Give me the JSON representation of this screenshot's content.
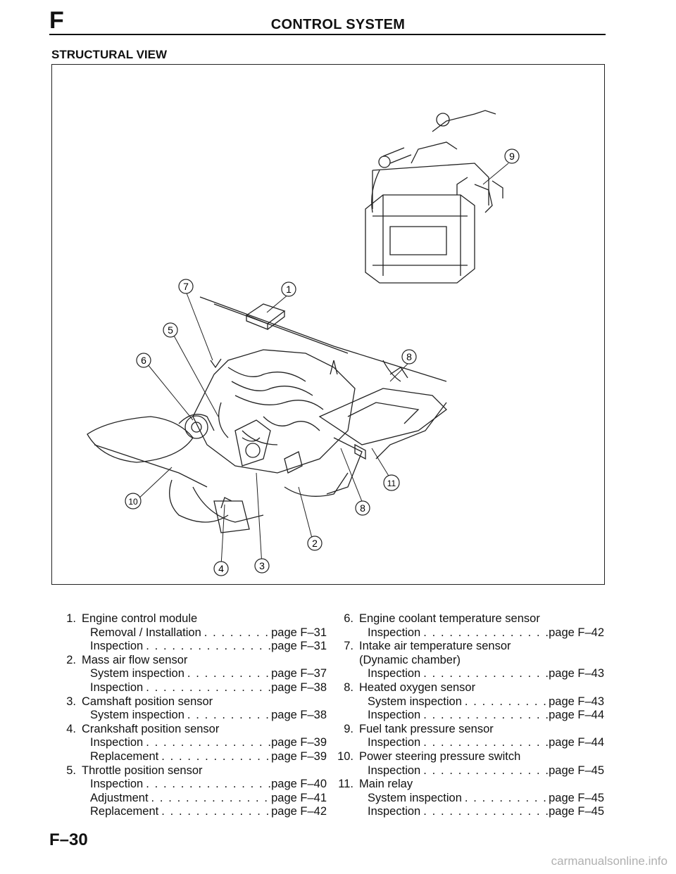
{
  "header": {
    "letter": "F",
    "title": "CONTROL SYSTEM"
  },
  "section_title": "STRUCTURAL VIEW",
  "callouts": [
    "1",
    "2",
    "3",
    "4",
    "5",
    "6",
    "7",
    "8",
    "8",
    "9",
    "10",
    "11"
  ],
  "left_items": [
    {
      "num": "1.",
      "title": "Engine control module",
      "subs": [
        {
          "label": "Removal / Installation",
          "page": "page F–31"
        },
        {
          "label": "Inspection",
          "page": "page F–31"
        }
      ]
    },
    {
      "num": "2.",
      "title": "Mass air flow sensor",
      "subs": [
        {
          "label": "System inspection",
          "page": "page F–37"
        },
        {
          "label": "Inspection",
          "page": "page F–38"
        }
      ]
    },
    {
      "num": "3.",
      "title": "Camshaft position sensor",
      "subs": [
        {
          "label": "System inspection",
          "page": "page F–38"
        }
      ]
    },
    {
      "num": "4.",
      "title": "Crankshaft position sensor",
      "subs": [
        {
          "label": "Inspection",
          "page": "page F–39"
        },
        {
          "label": "Replacement",
          "page": "page F–39"
        }
      ]
    },
    {
      "num": "5.",
      "title": "Throttle position sensor",
      "subs": [
        {
          "label": "Inspection",
          "page": "page F–40"
        },
        {
          "label": "Adjustment",
          "page": "page F–41"
        },
        {
          "label": "Replacement",
          "page": "page F–42"
        }
      ]
    }
  ],
  "right_items": [
    {
      "num": "6.",
      "title": "Engine coolant temperature sensor",
      "subs": [
        {
          "label": "Inspection",
          "page": "page F–42"
        }
      ]
    },
    {
      "num": "7.",
      "title": "Intake air temperature sensor",
      "title2": "(Dynamic chamber)",
      "subs": [
        {
          "label": "Inspection",
          "page": "page F–43"
        }
      ]
    },
    {
      "num": "8.",
      "title": "Heated oxygen sensor",
      "subs": [
        {
          "label": "System inspection",
          "page": "page F–43"
        },
        {
          "label": "Inspection",
          "page": "page F–44"
        }
      ]
    },
    {
      "num": "9.",
      "title": "Fuel tank pressure sensor",
      "subs": [
        {
          "label": "Inspection",
          "page": "page F–44"
        }
      ]
    },
    {
      "num": "10.",
      "title": "Power steering pressure switch",
      "subs": [
        {
          "label": "Inspection",
          "page": "page F–45"
        }
      ]
    },
    {
      "num": "11.",
      "title": "Main relay",
      "subs": [
        {
          "label": "System inspection",
          "page": "page F–45"
        },
        {
          "label": "Inspection",
          "page": "page F–45"
        }
      ]
    }
  ],
  "footer": {
    "page_number": "F–30"
  },
  "watermark": "carmanualsonline.info"
}
